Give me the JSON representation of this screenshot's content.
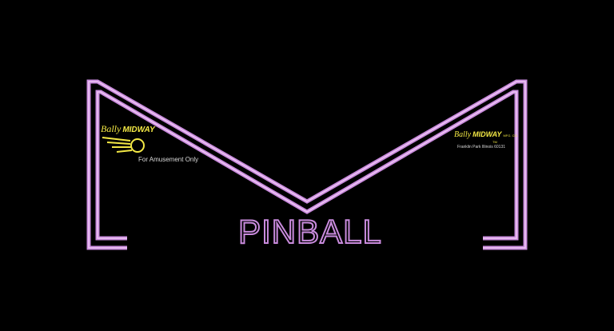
{
  "colors": {
    "background": "#000000",
    "neon_outer": "#c98bdd",
    "neon_inner": "#f0c8f5",
    "logo_yellow": "#f3e845",
    "small_text": "#d9d9d9"
  },
  "left_logo": {
    "brand_script": "Bally",
    "brand_bold": "MIDWAY",
    "icon": "winged-ball-icon"
  },
  "left_notice": "For Amusement Only",
  "right_logo": {
    "brand_script": "Bally",
    "brand_bold": "MIDWAY",
    "mfg": "MFG. CO.",
    "tm": "TM",
    "address": "Franklin Park Illinois 60131"
  },
  "title": "PINBALL"
}
